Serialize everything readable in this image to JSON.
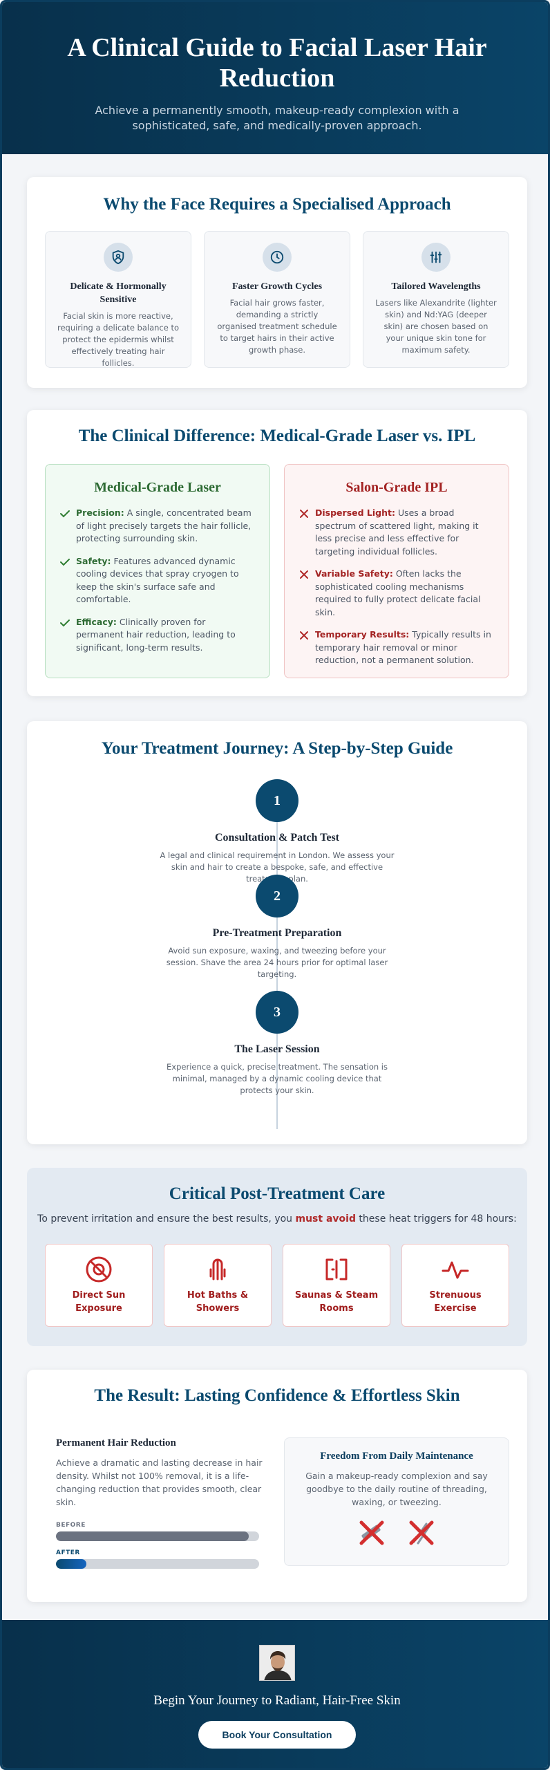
{
  "hero": {
    "title": "A Clinical Guide to Facial Laser Hair Reduction",
    "subtitle": "Achieve a permanently smooth, makeup-ready complexion with a sophisticated, safe, and medically-proven approach."
  },
  "why": {
    "heading": "Why the Face Requires a Specialised Approach",
    "features": [
      {
        "icon": "shield-icon",
        "title": "Delicate & Hormonally Sensitive",
        "text": "Facial skin is more reactive, requiring a delicate balance to protect the epidermis whilst effectively treating hair follicles."
      },
      {
        "icon": "clock-icon",
        "title": "Faster Growth Cycles",
        "text": "Facial hair grows faster, demanding a strictly organised treatment schedule to target hairs in their active growth phase."
      },
      {
        "icon": "sliders-icon",
        "title": "Tailored Wavelengths",
        "text": "Lasers like Alexandrite (lighter skin) and Nd:YAG (deeper skin) are chosen based on your unique skin tone for maximum safety."
      }
    ]
  },
  "compare": {
    "heading": "The Clinical Difference: Medical-Grade Laser vs. IPL",
    "laser": {
      "title": "Medical-Grade Laser",
      "items": [
        {
          "label": "Precision:",
          "text": " A single, concentrated beam of light precisely targets the hair follicle, protecting surrounding skin."
        },
        {
          "label": "Safety:",
          "text": " Features advanced dynamic cooling devices that spray cryogen to keep the skin's surface safe and comfortable."
        },
        {
          "label": "Efficacy:",
          "text": " Clinically proven for permanent hair reduction, leading to significant, long-term results."
        }
      ]
    },
    "ipl": {
      "title": "Salon-Grade IPL",
      "items": [
        {
          "label": "Dispersed Light:",
          "text": " Uses a broad spectrum of scattered light, making it less precise and less effective for targeting individual follicles."
        },
        {
          "label": "Variable Safety:",
          "text": " Often lacks the sophisticated cooling mechanisms required to fully protect delicate facial skin."
        },
        {
          "label": "Temporary Results:",
          "text": " Typically results in temporary hair removal or minor reduction, not a permanent solution."
        }
      ]
    }
  },
  "journey": {
    "heading": "Your Treatment Journey: A Step-by-Step Guide",
    "steps": [
      {
        "num": "1",
        "title": "Consultation & Patch Test",
        "text": "A legal and clinical requirement in London. We assess your skin and hair to create a bespoke, safe, and effective treatment plan."
      },
      {
        "num": "2",
        "title": "Pre-Treatment Preparation",
        "text": "Avoid sun exposure, waxing, and tweezing before your session. Shave the area 24 hours prior for optimal laser targeting."
      },
      {
        "num": "3",
        "title": "The Laser Session",
        "text": "Experience a quick, precise treatment. The sensation is minimal, managed by a dynamic cooling device that protects your skin."
      }
    ]
  },
  "care": {
    "heading": "Critical Post-Treatment Care",
    "intro_before": "To prevent irritation and ensure the best results, you ",
    "intro_emph": "must avoid",
    "intro_after": " these heat triggers for 48 hours:",
    "triggers": [
      {
        "icon": "no-sun-icon",
        "label": "Direct Sun Exposure"
      },
      {
        "icon": "bath-icon",
        "label": "Hot Baths & Showers"
      },
      {
        "icon": "sauna-icon",
        "label": "Saunas & Steam Rooms"
      },
      {
        "icon": "pulse-icon",
        "label": "Strenuous Exercise"
      }
    ]
  },
  "result": {
    "heading": "The Result: Lasting Confidence & Effortless Skin",
    "left_title": "Permanent Hair Reduction",
    "left_text": "Achieve a dramatic and lasting decrease in hair density. Whilst not 100% removal, it is a life-changing reduction that provides smooth, clear skin.",
    "before_label": "BEFORE",
    "after_label": "AFTER",
    "before_level": 0.95,
    "after_level": 0.15,
    "right_title": "Freedom From Daily Maintenance",
    "right_text": "Gain a makeup-ready complexion and say goodbye to the daily routine of threading, waxing, or tweezing."
  },
  "footer": {
    "title": "Begin Your Journey to Radiant, Hair-Free Skin",
    "cta": "Book Your Consultation"
  },
  "colors": {
    "navy": "#0b4a6f",
    "green": "#2e7d32",
    "red": "#b02a2a"
  }
}
